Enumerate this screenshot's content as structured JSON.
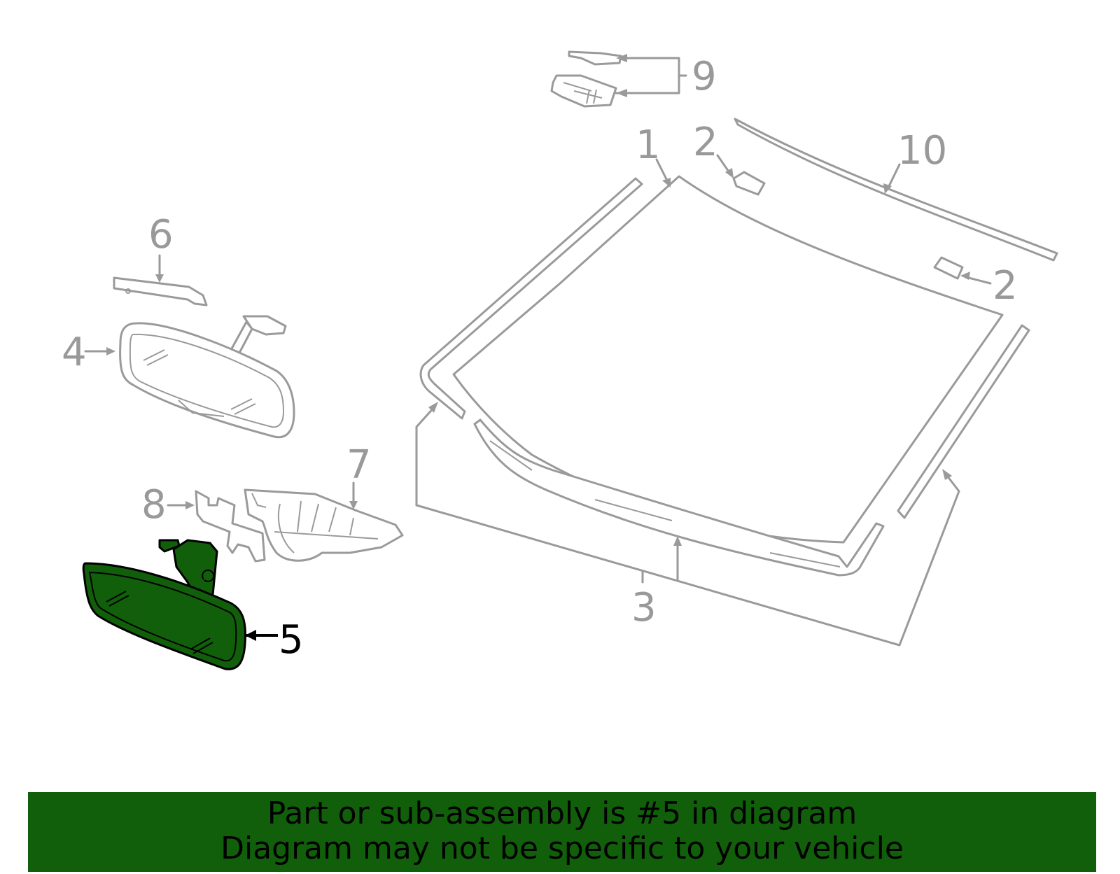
{
  "diagram": {
    "callouts": {
      "c1": "1",
      "c2a": "2",
      "c2b": "2",
      "c3": "3",
      "c4": "4",
      "c5": "5",
      "c6": "6",
      "c7": "7",
      "c8": "8",
      "c9": "9",
      "c10": "10"
    },
    "highlighted_part": "5",
    "highlight_color": "#115f0b",
    "line_color": "#9a9a9a"
  },
  "banner": {
    "line1": "Part or sub-assembly is #5 in diagram",
    "line2": "Diagram may not be specific to your vehicle",
    "background_color": "#115f0b"
  }
}
